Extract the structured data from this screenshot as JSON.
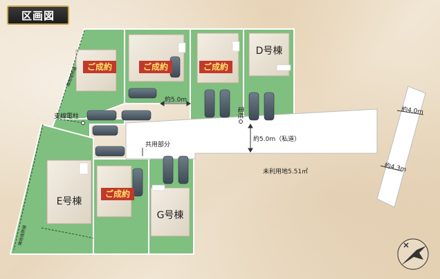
{
  "title": "区画図",
  "lots": {
    "a": {
      "badge": "ご成約"
    },
    "b": {
      "badge": "ご成約"
    },
    "c": {
      "badge": "ご成約"
    },
    "d": {
      "name": "D号棟"
    },
    "e": {
      "name": "E号棟"
    },
    "f": {
      "badge": "ご成約"
    },
    "g": {
      "name": "G号棟"
    }
  },
  "labels": {
    "road_width_short": "約5.0m",
    "road_width_private": "約5.0m（私道）",
    "shared": "共用部分",
    "unused_land": "未利用地5.51㎡",
    "pole_support": "支線電柱",
    "pole": "電柱",
    "ext_road_top": "約4.0m",
    "ext_road_bottom": "約4.3m",
    "boundary_nw": "隣地境界線",
    "boundary_sw": "隣地境界線"
  },
  "colors": {
    "lot_green": "#7fbf7f",
    "badge_red": "#c0392b",
    "house": "#ece6d8",
    "road": "#ffffff"
  }
}
